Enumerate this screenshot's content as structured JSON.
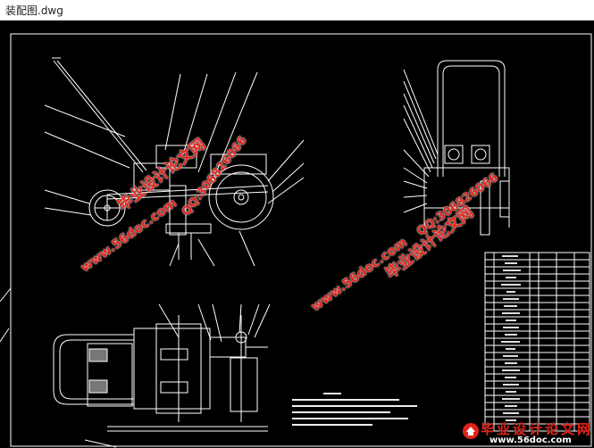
{
  "window": {
    "title": "装配图.dwg"
  },
  "watermarks": {
    "site_cn": "毕业设计论文网",
    "url": "www.56doc.com",
    "qq": "QQ:306826066"
  },
  "corner_logo": {
    "cn": "毕业设计论文网",
    "url": "www.56doc.com"
  },
  "colors": {
    "background": "#000000",
    "lines": "#ffffff",
    "watermark": "#e2231a"
  }
}
